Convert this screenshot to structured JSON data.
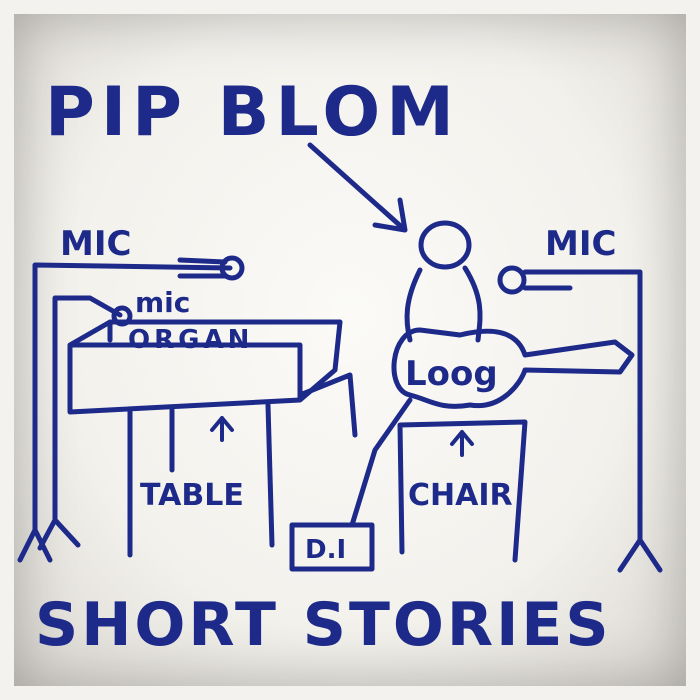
{
  "title": "PIP BLOM",
  "subtitle": "SHORT STORIES",
  "labels": {
    "mic_left": "MIC",
    "mic_small": "mic",
    "mic_right": "MIC",
    "organ": "ORGAN",
    "table": "TABLE",
    "guitar": "Loog",
    "chair": "CHAIR",
    "di": "D.I"
  },
  "colors": {
    "ink": "#1d2a8a",
    "paper": "#f6f4ef"
  }
}
